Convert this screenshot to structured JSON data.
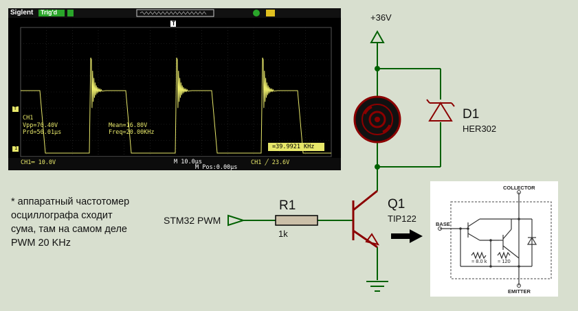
{
  "oscilloscope": {
    "brand": "Siglent",
    "trig_status": "Trig'd",
    "trigger_marker": "T",
    "channel_marker": "1",
    "level_marker": "T",
    "ch_label": "CH1",
    "vpp": "Vpp=70.40V",
    "prd": "Prd=50.01µs",
    "mean": "Mean=16.80V",
    "freq": "Freq=20.00KHz",
    "counter": "=39.9921 KHz",
    "scale": "CH1═ 10.0V",
    "timebase": "M 10.0µs",
    "mpos": "M Pos:0.00µs",
    "trigger_level": "CH1 ╱ 23.6V",
    "waveform_color": "#e8e86a"
  },
  "schematic": {
    "supply_label": "+36V",
    "diode_ref": "D1",
    "diode_part": "HER302",
    "resistor_ref": "R1",
    "resistor_value": "1k",
    "transistor_ref": "Q1",
    "transistor_part": "TIP122",
    "input_label": "STM32 PWM",
    "wire_color": "#006000",
    "component_color": "#8b0000"
  },
  "note": {
    "lines": [
      "* аппаратный частотомер",
      "осциллографа сходит",
      "сума, там на самом деле",
      "PWM 20 KHz"
    ]
  },
  "datasheet": {
    "collector": "COLLECTOR",
    "base": "BASE",
    "emitter": "EMITTER",
    "r1": "≈ 8.0 k",
    "r2": "≈ 120"
  }
}
